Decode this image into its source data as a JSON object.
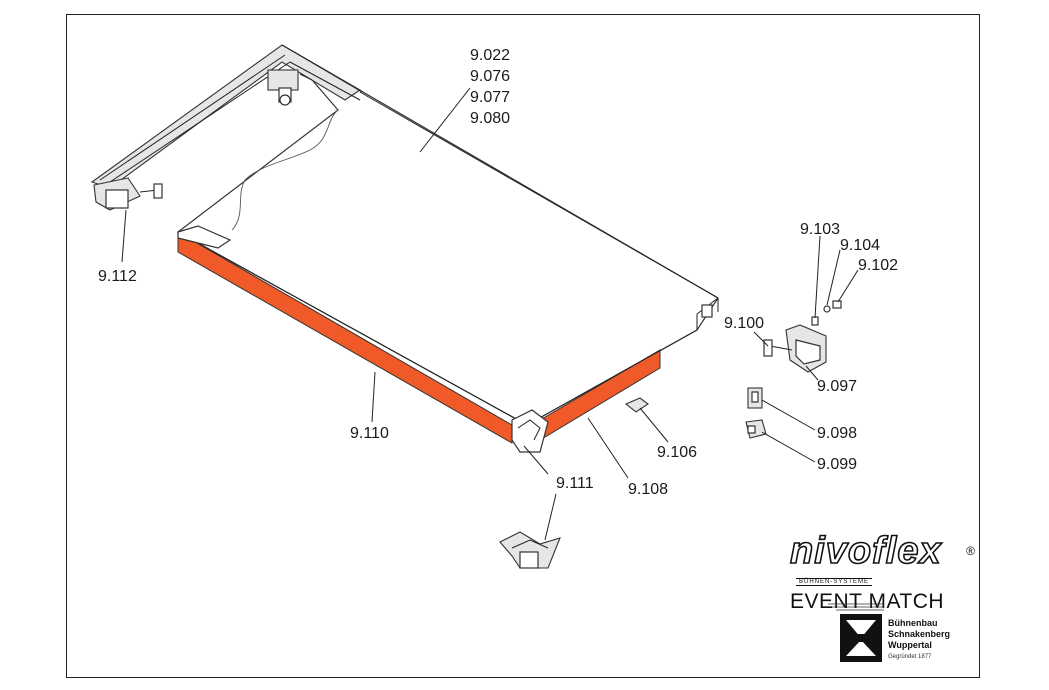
{
  "diagram": {
    "labels": {
      "main_panel": [
        "9.022",
        "9.076",
        "9.077",
        "9.080"
      ],
      "l_9103": "9.103",
      "l_9104": "9.104",
      "l_9102": "9.102",
      "l_9100": "9.100",
      "l_9097": "9.097",
      "l_9098": "9.098",
      "l_9099": "9.099",
      "l_9106": "9.106",
      "l_9108": "9.108",
      "l_9110": "9.110",
      "l_9111": "9.111",
      "l_9112": "9.112"
    },
    "highlight_color": "#f05a28"
  },
  "brand": {
    "logo_text": "nivoflex",
    "logo_reg": "®",
    "logo_sub": "BÜHNEN-SYSTEME",
    "event_match": "EVENT MATCH",
    "company_lines": [
      "Bühnenbau",
      "Schnakenberg",
      "Wuppertal"
    ],
    "founded": "Gegründet 1877"
  }
}
